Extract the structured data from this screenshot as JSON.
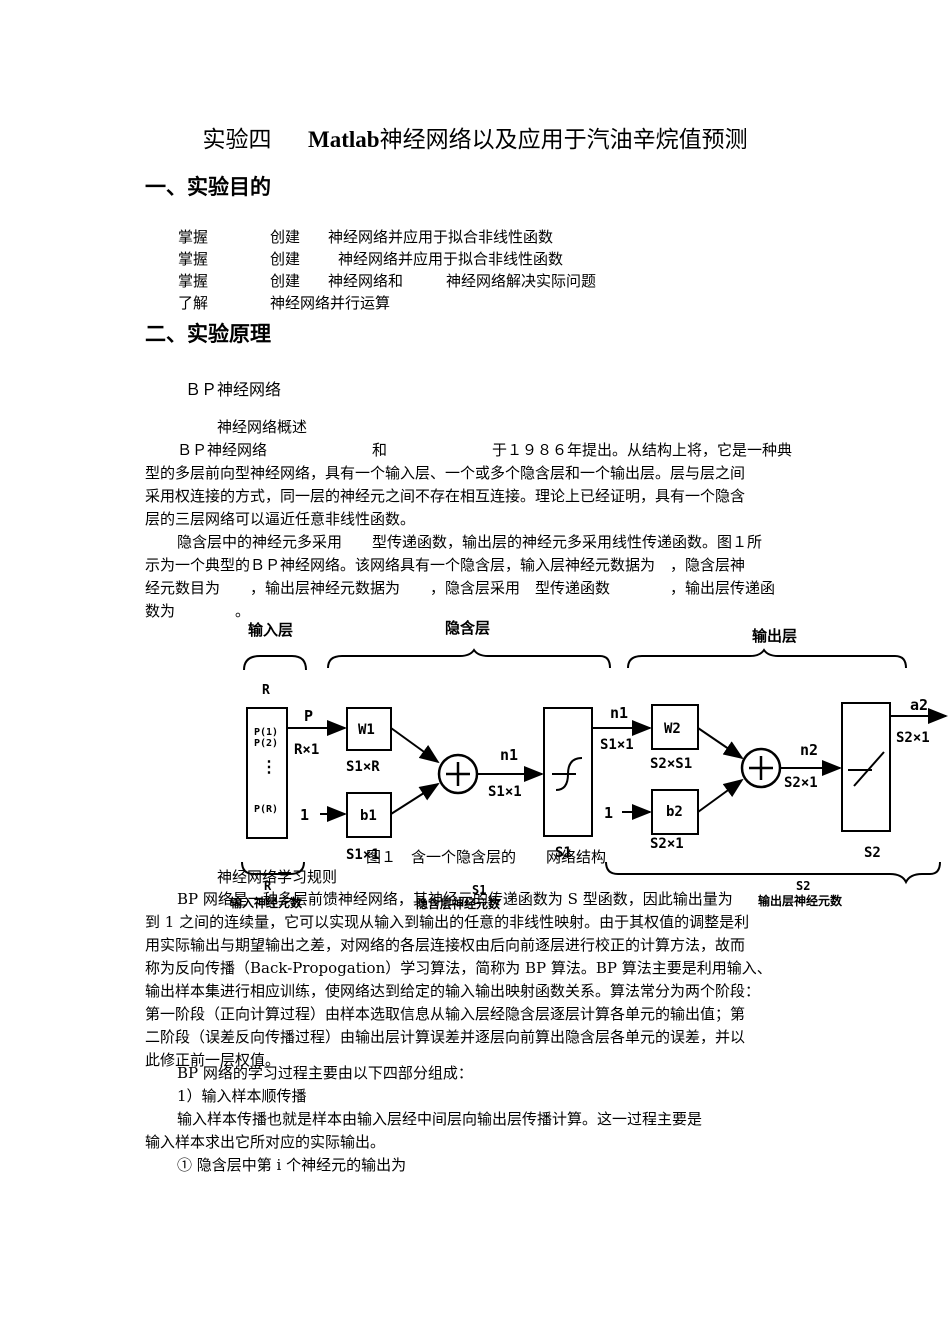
{
  "title": {
    "prefix": "实验四",
    "latin": "Matlab",
    "rest": "神经网络以及应用于汽油辛烷值预测"
  },
  "section1": {
    "heading": "一、实验目的",
    "items": [
      {
        "a": "掌握",
        "b": "创建",
        "c": "神经网络并应用于拟合非线性函数"
      },
      {
        "a": "掌握",
        "b": "创建",
        "c": "神经网络并应用于拟合非线性函数"
      },
      {
        "a": "掌握",
        "b": "创建",
        "c": "神经网络和",
        "d": "神经网络解决实际问题"
      },
      {
        "a": "了解",
        "b": "神经网络并行运算"
      }
    ]
  },
  "section2": {
    "heading": "二、实验原理",
    "sub1": "ＢＰ神经网络",
    "sub1_1": "神经网络概述",
    "para1": [
      "ＢＰ神经网络　　　　　　　和　　　　　　　于１９８６年提出。从结构上将，它是一种典",
      "型的多层前向型神经网络，具有一个输入层、一个或多个隐含层和一个输出层。层与层之间",
      "采用权连接的方式，同一层的神经元之间不存在相互连接。理论上已经证明，具有一个隐含",
      "层的三层网络可以逼近任意非线性函数。"
    ],
    "para2": [
      "隐含层中的神经元多采用　　型传递函数，输出层的神经元多采用线性传递函数。图１所",
      "示为一个典型的ＢＰ神经网络。该网络具有一个隐含层，输入层神经元数据为　，隐含层神",
      "经元数目为　　，输出层神经元数据为　　，隐含层采用　型传递函数　　　　，输出层传递函",
      "数为　　　　。"
    ],
    "figure": {
      "layer_input": "输入层",
      "layer_hidden": "隐含层",
      "layer_output": "输出层",
      "R_top": "R",
      "p_label": "P",
      "rx1": "R×1",
      "p1": "P(1)",
      "p2": "P(2)",
      "dots": "⋮",
      "pR": "P(R)",
      "one_a": "1",
      "w1": "W1",
      "s1xr": "S1×R",
      "b1": "b1",
      "s1x1_b": "S1×1",
      "n1_mid": "n1",
      "s1x1_mid": "S1×1",
      "s1_under": "S1",
      "n1_out": "n1",
      "s1x1_out": "S1×1",
      "one_b": "1",
      "w2": "W2",
      "s2xs1": "S2×S1",
      "b2": "b2",
      "s2x1_b": "S2×1",
      "n2": "n2",
      "s2x1_mid": "S2×1",
      "a2": "a2",
      "s2x1_out": "S2×1",
      "s2_under": "S2",
      "R_bottom": "R",
      "input_count": "输入神经元数",
      "S1_bottom": "S1",
      "hidden_count": "隐含层神经元数",
      "S2_bottom": "S2",
      "output_count": "输出层神经元数",
      "caption": "图１　含一个隐含层的　　网络结构"
    },
    "sub1_2": "神经网络学习规则",
    "para3": [
      "BP 网络是一种多层前馈神经网络，其神经元的传递函数为 S 型函数，因此输出量为",
      "到 1 之间的连续量，它可以实现从输入到输出的任意的非线性映射。由于其权值的调整是利",
      "用实际输出与期望输出之差，对网络的各层连接权由后向前逐层进行校正的计算方法，故而",
      "称为反向传播（Back-Propogation）学习算法，简称为 BP 算法。BP 算法主要是利用输入、",
      "输出样本集进行相应训练，使网络达到给定的输入输出映射函数关系。算法常分为两个阶段：",
      "第一阶段（正向计算过程）由样本选取信息从输入层经隐含层逐层计算各单元的输出值；第",
      "二阶段（误差反向传播过程）由输出层计算误差并逐层向前算出隐含层各单元的误差，并以",
      "此修正前一层权值。"
    ],
    "para4": "BP 网络的学习过程主要由以下四部分组成：",
    "item1": "1）输入样本顺传播",
    "para5": [
      "输入样本传播也就是样本由输入层经中间层向输出层传播计算。这一过程主要是",
      "输入样本求出它所对应的实际输出。"
    ],
    "item_circle": "①  隐含层中第 i 个神经元的输出为"
  }
}
